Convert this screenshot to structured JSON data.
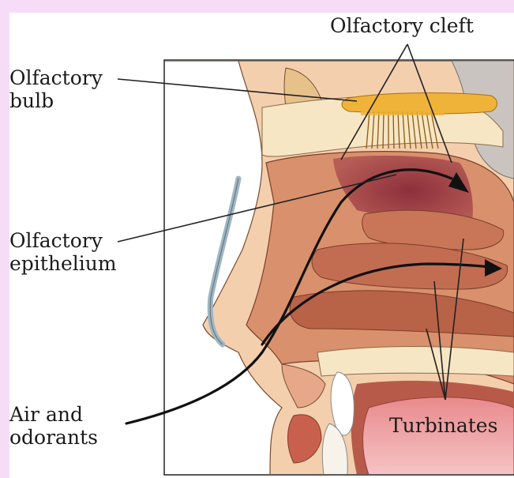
{
  "labels": {
    "olfactory_cleft": "Olfactory cleft",
    "olfactory_bulb": [
      "Olfactory",
      "bulb"
    ],
    "olfactory_epithelium": [
      "Olfactory",
      "epithelium"
    ],
    "air_and_odorants": [
      "Air and",
      "odorants"
    ],
    "turbinates": "Turbinates"
  },
  "colors": {
    "page_border": "#f7dcf7",
    "background": "#ffffff",
    "skin": "#f3cfae",
    "tissue": "#d9906c",
    "tissue_dark": "#b86247",
    "epithelium": "#8d2f3a",
    "bone": "#f7e6c4",
    "brain": "#c9c4bf",
    "nerve": "#f0b33a",
    "cartilage_blue": "#9fb5c2"
  }
}
